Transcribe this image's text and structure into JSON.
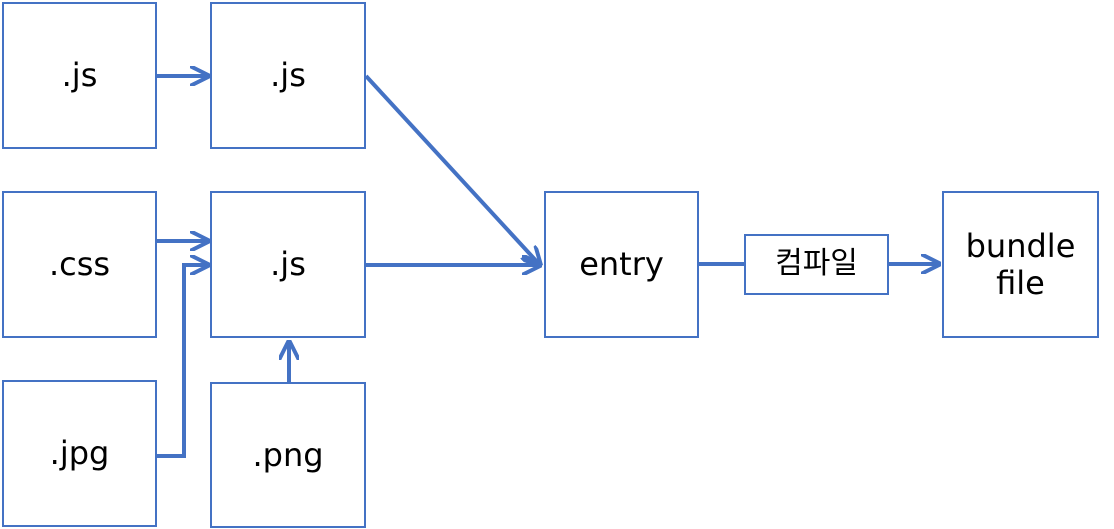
{
  "nodes": {
    "src_js": ".js",
    "src_css": ".css",
    "src_jpg": ".jpg",
    "mod_js_top": ".js",
    "mod_js_mid": ".js",
    "src_png": ".png",
    "entry": "entry",
    "compile": "컴파일",
    "bundle": "bundle\nfile"
  },
  "colors": {
    "stroke": "#4472c4"
  }
}
